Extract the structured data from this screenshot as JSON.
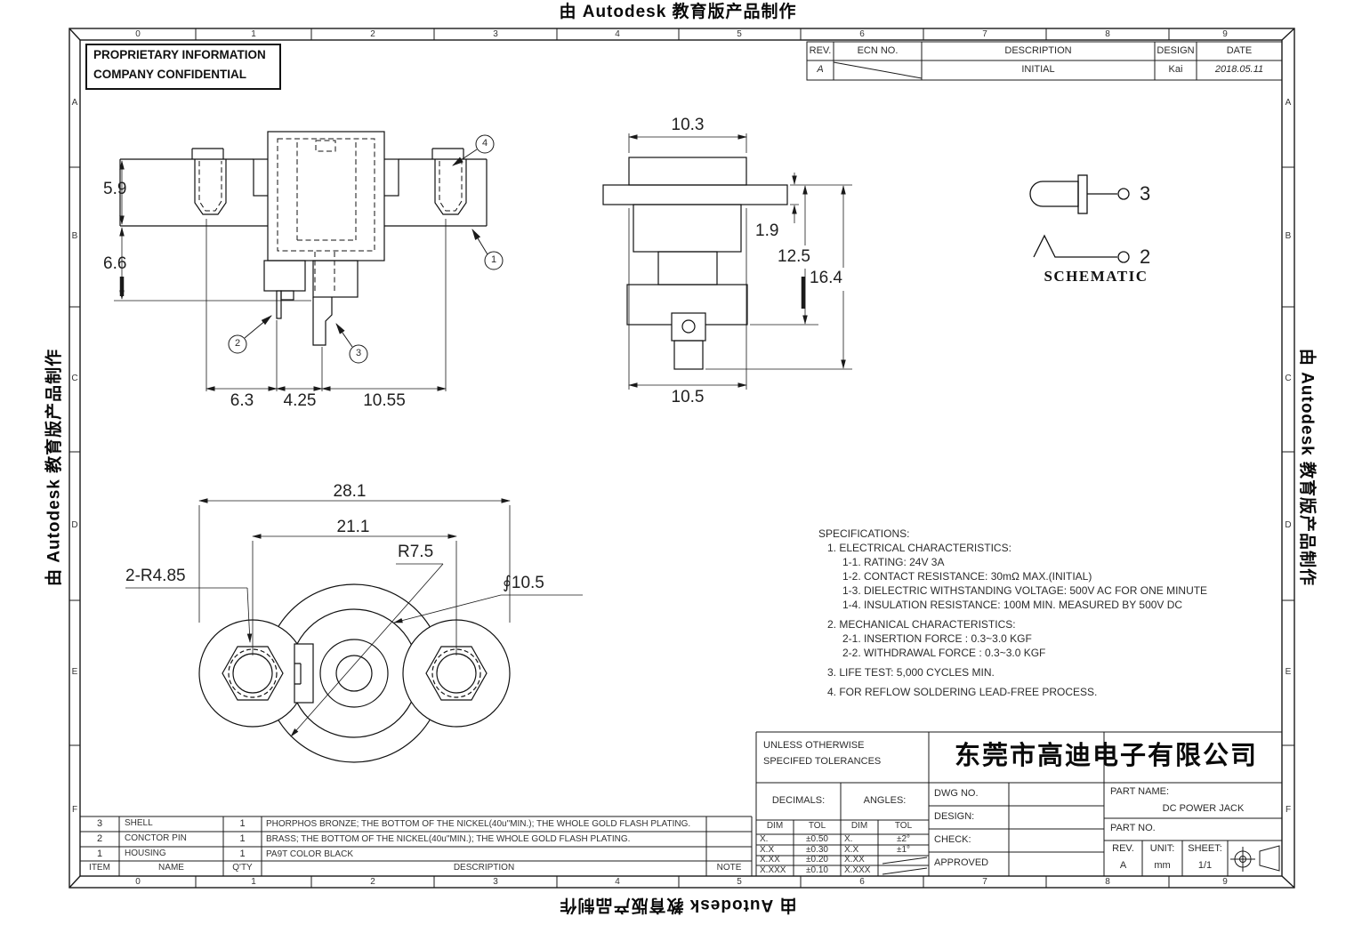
{
  "banner": {
    "text": "由 Autodesk 教育版产品制作"
  },
  "border": {
    "columns": [
      "0",
      "1",
      "2",
      "3",
      "4",
      "5",
      "6",
      "7",
      "8",
      "9"
    ],
    "rows": [
      "A",
      "B",
      "C",
      "D",
      "E",
      "F"
    ]
  },
  "proprietary": {
    "line1": "PROPRIETARY INFORMATION",
    "line2": "COMPANY CONFIDENTIAL"
  },
  "revision": {
    "headers": {
      "rev": "REV.",
      "ecn": "ECN NO.",
      "description": "DESCRIPTION",
      "design": "DESIGN",
      "date": "DATE"
    },
    "row": {
      "rev": "A",
      "description": "INITIAL",
      "design": "Kai",
      "date": "2018.05.11"
    }
  },
  "front_view": {
    "dims": {
      "upper_height": "5.9",
      "lower_height": "6.6",
      "pin_left": "6.3",
      "pin_mid": "4.25",
      "pin_right": "10.55"
    },
    "balloons": [
      "1",
      "2",
      "3",
      "4"
    ]
  },
  "side_view": {
    "dims": {
      "top_width": "10.3",
      "flange": "1.9",
      "mid_height": "12.5",
      "overall_height": "16.4",
      "bottom_width": "10.5"
    }
  },
  "bottom_view": {
    "dims": {
      "overall_width": "28.1",
      "pitch": "21.1",
      "radius": "R7.5",
      "hex": "2-R4.85",
      "diameter": "∮10.5"
    }
  },
  "schematic": {
    "label": "SCHEMATIC",
    "pin_tip": "3",
    "pin_side": "2"
  },
  "specifications": {
    "lines": [
      "SPECIFICATIONS:",
      "1. ELECTRICAL CHARACTERISTICS:",
      "1-1. RATING: 24V 3A",
      "1-2. CONTACT RESISTANCE: 30mΩ MAX.(INITIAL)",
      "1-3. DIELECTRIC WITHSTANDING VOLTAGE: 500V AC FOR ONE MINUTE",
      "1-4. INSULATION RESISTANCE: 100M  MIN. MEASURED BY 500V DC",
      "2. MECHANICAL CHARACTERISTICS:",
      "2-1. INSERTION FORCE : 0.3~3.0 KGF",
      "2-2. WITHDRAWAL FORCE : 0.3~3.0 KGF",
      "3. LIFE TEST: 5,000 CYCLES MIN.",
      "4. FOR REFLOW SOLDERING LEAD-FREE PROCESS."
    ]
  },
  "bom": {
    "headers": {
      "item": "ITEM",
      "name": "NAME",
      "qty": "Q'TY",
      "description": "DESCRIPTION",
      "note": "NOTE"
    },
    "rows": [
      {
        "item": "3",
        "name": "SHELL",
        "qty": "1",
        "description": "PHORPHOS BRONZE; THE BOTTOM OF THE NICKEL(40u\"MIN.); THE WHOLE GOLD FLASH PLATING.",
        "note": ""
      },
      {
        "item": "2",
        "name": "CONCTOR PIN",
        "qty": "1",
        "description": "BRASS; THE BOTTOM OF THE NICKEL(40u\"MIN.); THE WHOLE GOLD FLASH PLATING.",
        "note": ""
      },
      {
        "item": "1",
        "name": "HOUSING",
        "qty": "1",
        "description": "PA9T  COLOR BLACK",
        "note": ""
      }
    ]
  },
  "title_block": {
    "tolerance_note_line1": "UNLESS OTHERWISE",
    "tolerance_note_line2": "SPECIFED TOLERANCES",
    "decimals_label": "DECIMALS:",
    "angles_label": "ANGLES:",
    "dim_header": "DIM",
    "tol_header": "TOL",
    "decimals_rows": [
      [
        "X.",
        "±0.50"
      ],
      [
        "X.X",
        "±0.30"
      ],
      [
        "X.XX",
        "±0.20"
      ],
      [
        "X.XXX",
        "±0.10"
      ]
    ],
    "angles_rows": [
      [
        "X.",
        "±2°"
      ],
      [
        "X.X",
        "±1°"
      ],
      [
        "X.XX",
        ""
      ],
      [
        "X.XXX",
        ""
      ]
    ],
    "company": "东莞市高迪电子有限公司",
    "dwg_no_label": "DWG NO.",
    "design_label": "DESIGN:",
    "check_label": "CHECK:",
    "approved_label": "APPROVED",
    "part_name_label": "PART NAME:",
    "part_name": "DC POWER JACK",
    "part_no_label": "PART NO.",
    "rev_label": "REV.",
    "rev": "A",
    "unit_label": "UNIT:",
    "unit": "mm",
    "sheet_label": "SHEET:",
    "sheet": "1/1"
  }
}
